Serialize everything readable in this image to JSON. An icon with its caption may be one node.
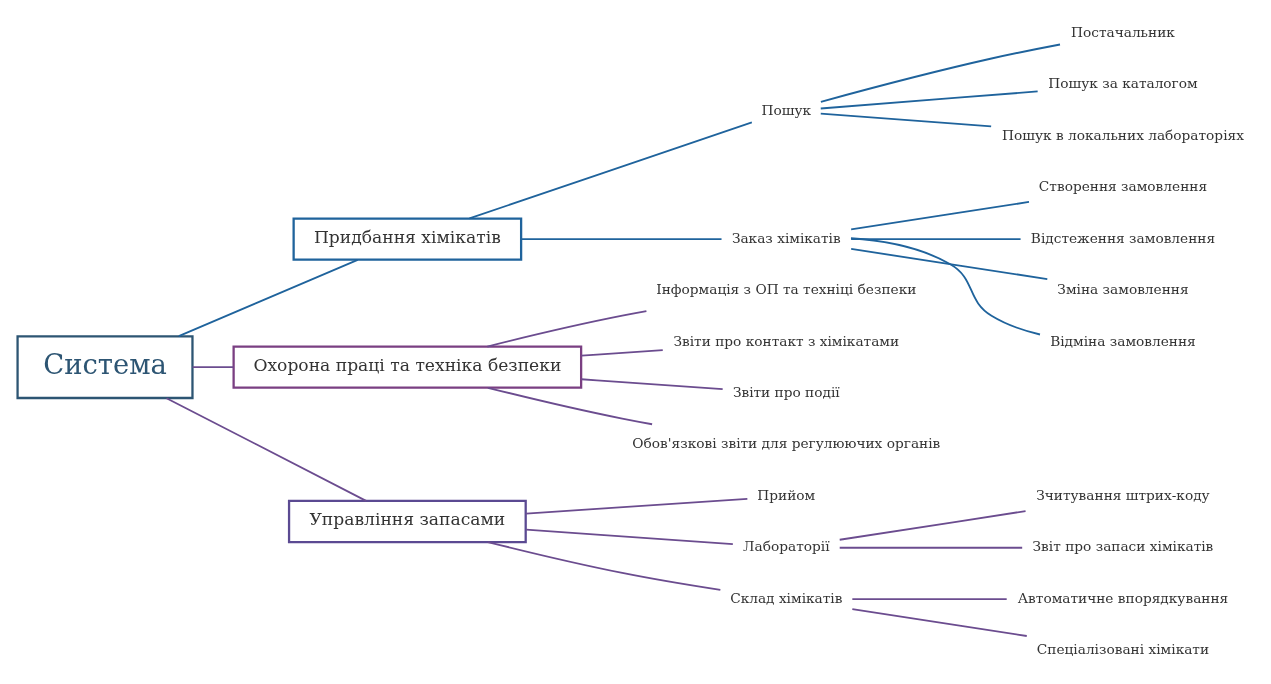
{
  "diagram": {
    "nodes": [
      {
        "text": [
          "Система"
        ]
      },
      {
        "text": [
          "Придбання хімікатів"
        ]
      },
      {
        "text": [
          "Пошук"
        ]
      },
      {
        "text": [
          "Постачальник"
        ]
      },
      {
        "text": [
          "Пошук за каталогом"
        ]
      },
      {
        "text": [
          "Пошук в локальних лабораторіях"
        ]
      },
      {
        "text": [
          "Заказ хімікатів"
        ]
      },
      {
        "text": [
          "Створення замовлення"
        ]
      },
      {
        "text": [
          "Відстеження замовлення"
        ]
      },
      {
        "text": [
          "Зміна замовлення"
        ]
      },
      {
        "text": [
          "Відміна замовлення"
        ]
      },
      {
        "text": [
          "Охорона праці та техніка безпеки"
        ]
      },
      {
        "text": [
          "Інформація з ОП та техніці безпеки"
        ]
      },
      {
        "text": [
          "Звіти про контакт з хімікатами"
        ]
      },
      {
        "text": [
          "Звіти про події"
        ]
      },
      {
        "text": [
          "Обов'язкові звіти для регулюючих органів"
        ]
      },
      {
        "text": [
          "Управління запасами"
        ]
      },
      {
        "text": [
          "Прийом"
        ]
      },
      {
        "text": [
          "Лабораторії"
        ]
      },
      {
        "text": [
          "Зчитування штрих-коду"
        ]
      },
      {
        "text": [
          "Звіт про запаси хімікатів"
        ]
      },
      {
        "text": [
          "Склад хімікатів"
        ]
      },
      {
        "text": [
          "Автоматичне впорядкування"
        ]
      },
      {
        "text": [
          "Спеціалізовані хімікати"
        ]
      }
    ],
    "edges": [
      {
        "from": 0,
        "to": 1,
        "arrow": "none",
        "color": "#1f639c"
      },
      {
        "from": 1,
        "to": 2,
        "arrow": "none",
        "color": "#1f639c"
      },
      {
        "from": 2,
        "to": 3,
        "arrow": "none",
        "color": "#1f639c"
      },
      {
        "from": 2,
        "to": 4,
        "arrow": "none",
        "color": "#1f639c"
      },
      {
        "from": 2,
        "to": 5,
        "arrow": "none",
        "color": "#1f639c"
      },
      {
        "from": 1,
        "to": 6,
        "arrow": "none",
        "color": "#1f639c"
      },
      {
        "from": 6,
        "to": 7,
        "arrow": "none",
        "color": "#1f639c"
      },
      {
        "from": 6,
        "to": 8,
        "arrow": "none",
        "color": "#1f639c"
      },
      {
        "from": 6,
        "to": 9,
        "arrow": "none",
        "color": "#1f639c"
      },
      {
        "from": 6,
        "to": 10,
        "arrow": "none",
        "color": "#1f639c"
      },
      {
        "from": 0,
        "to": 11,
        "arrow": "none"
      },
      {
        "from": 11,
        "to": 12,
        "arrow": "none"
      },
      {
        "from": 11,
        "to": 13,
        "arrow": "none"
      },
      {
        "from": 11,
        "to": 14,
        "arrow": "none"
      },
      {
        "from": 11,
        "to": 15,
        "arrow": "none"
      },
      {
        "from": 0,
        "to": 16,
        "arrow": "none"
      },
      {
        "from": 16,
        "to": 17,
        "arrow": "none"
      },
      {
        "from": 16,
        "to": 18,
        "arrow": "none"
      },
      {
        "from": 18,
        "to": 19,
        "arrow": "none"
      },
      {
        "from": 18,
        "to": 20,
        "arrow": "none"
      },
      {
        "from": 16,
        "to": 21,
        "arrow": "none"
      },
      {
        "from": 21,
        "to": 22,
        "arrow": "none"
      },
      {
        "from": 21,
        "to": 23,
        "arrow": "none"
      }
    ]
  }
}
